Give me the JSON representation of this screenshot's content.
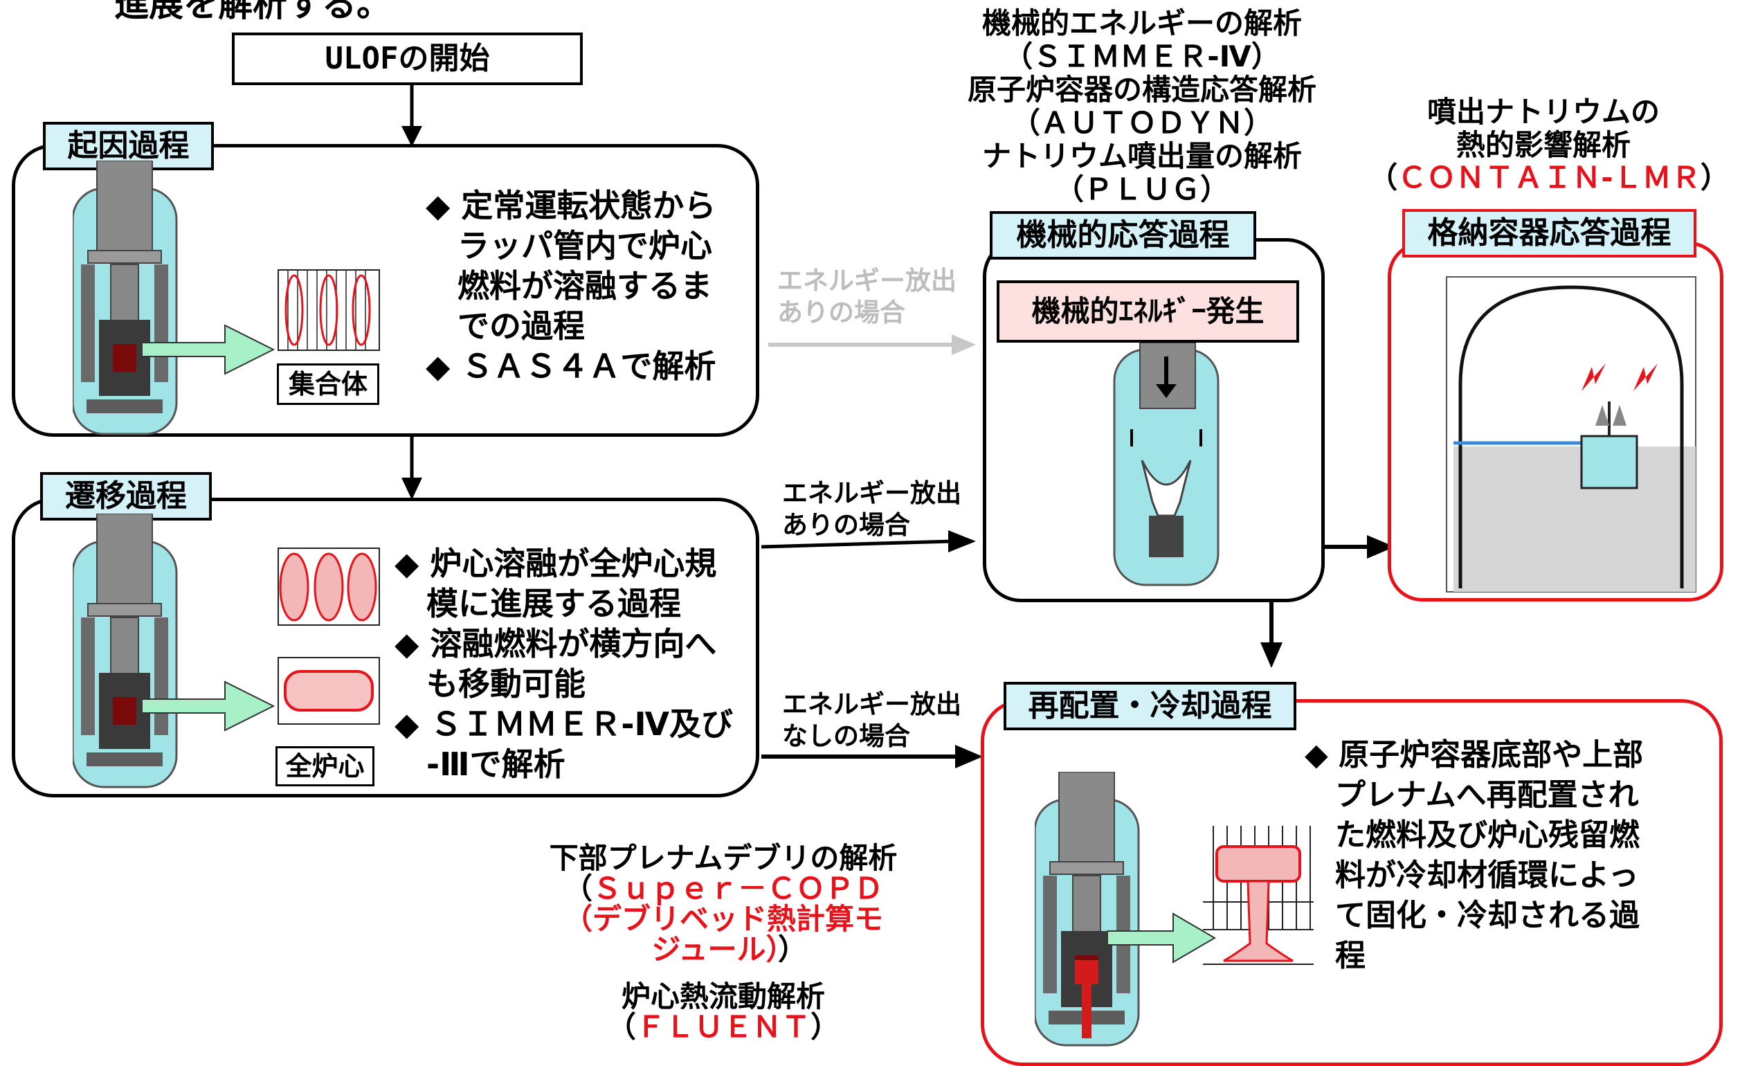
{
  "header_fragment": "進展を解析する。",
  "start": "ULOFの開始",
  "initiating": {
    "title": "起因過程",
    "bullets": "◆ 定常運転状態から\n　ラッパ管内で炉心\n　燃料が溶融するま\n　での過程\n◆ ＳＡＳ４Ａで解析",
    "label": "集合体"
  },
  "transition": {
    "title": "遷移過程",
    "bullets": "◆ 炉心溶融が全炉心規\n　模に進展する過程\n◆ 溶融燃料が横方向へ\n　も移動可能\n◆ ＳＩＭＭＥＲ-Ⅳ及び\n　-Ⅲで解析",
    "label": "全炉心"
  },
  "edges": {
    "release_grey": "エネルギー放出\nありの場合",
    "release_black": "エネルギー放出\nありの場合",
    "no_release": "エネルギー放出\nなしの場合"
  },
  "mechanical": {
    "title": "機械的応答過程",
    "energy_label": "機械的ｴﾈﾙｷﾞｰ発生",
    "tools": [
      "機械的エネルギーの解析",
      "（ＳＩＭＭＥＲ-Ⅳ）",
      "原子炉容器の構造応答解析",
      "（ＡＵＴＯＤＹＮ）",
      "ナトリウム噴出量の解析",
      "（ＰＬＵＧ）"
    ]
  },
  "containment": {
    "title": "格納容器応答過程",
    "tool_title": "噴出ナトリウムの\n熱的影響解析",
    "tool_open": "（",
    "tool_name": "ＣＯＮＴＡＩＮ-ＬＭＲ",
    "tool_close": "）"
  },
  "relocation": {
    "title": "再配置・冷却過程",
    "bullets": "◆ 原子炉容器底部や上部\n　プレナムへ再配置され\n　た燃料及び炉心残留燃\n　料が冷却材循環によっ\n　て固化・冷却される過\n　程"
  },
  "bottom_tools": {
    "debris_title": "下部プレナムデブリの解析",
    "debris_open": "（",
    "debris_name": "Ｓｕｐｅｒ－ＣＯＰＤ",
    "debris_sub": "（デブリベッド熱計算モ\nジュール）",
    "debris_close": "）",
    "fluent_title": "炉心熱流動解析",
    "fluent_open": "（",
    "fluent_name": "ＦＬＵＥＮＴ",
    "fluent_close": "）"
  },
  "colors": {
    "accent_red": "#e8121b",
    "tag_fill": "#d4f2f8",
    "coolant": "#9ee6ea",
    "arrow_green": "#a8f0c8"
  }
}
